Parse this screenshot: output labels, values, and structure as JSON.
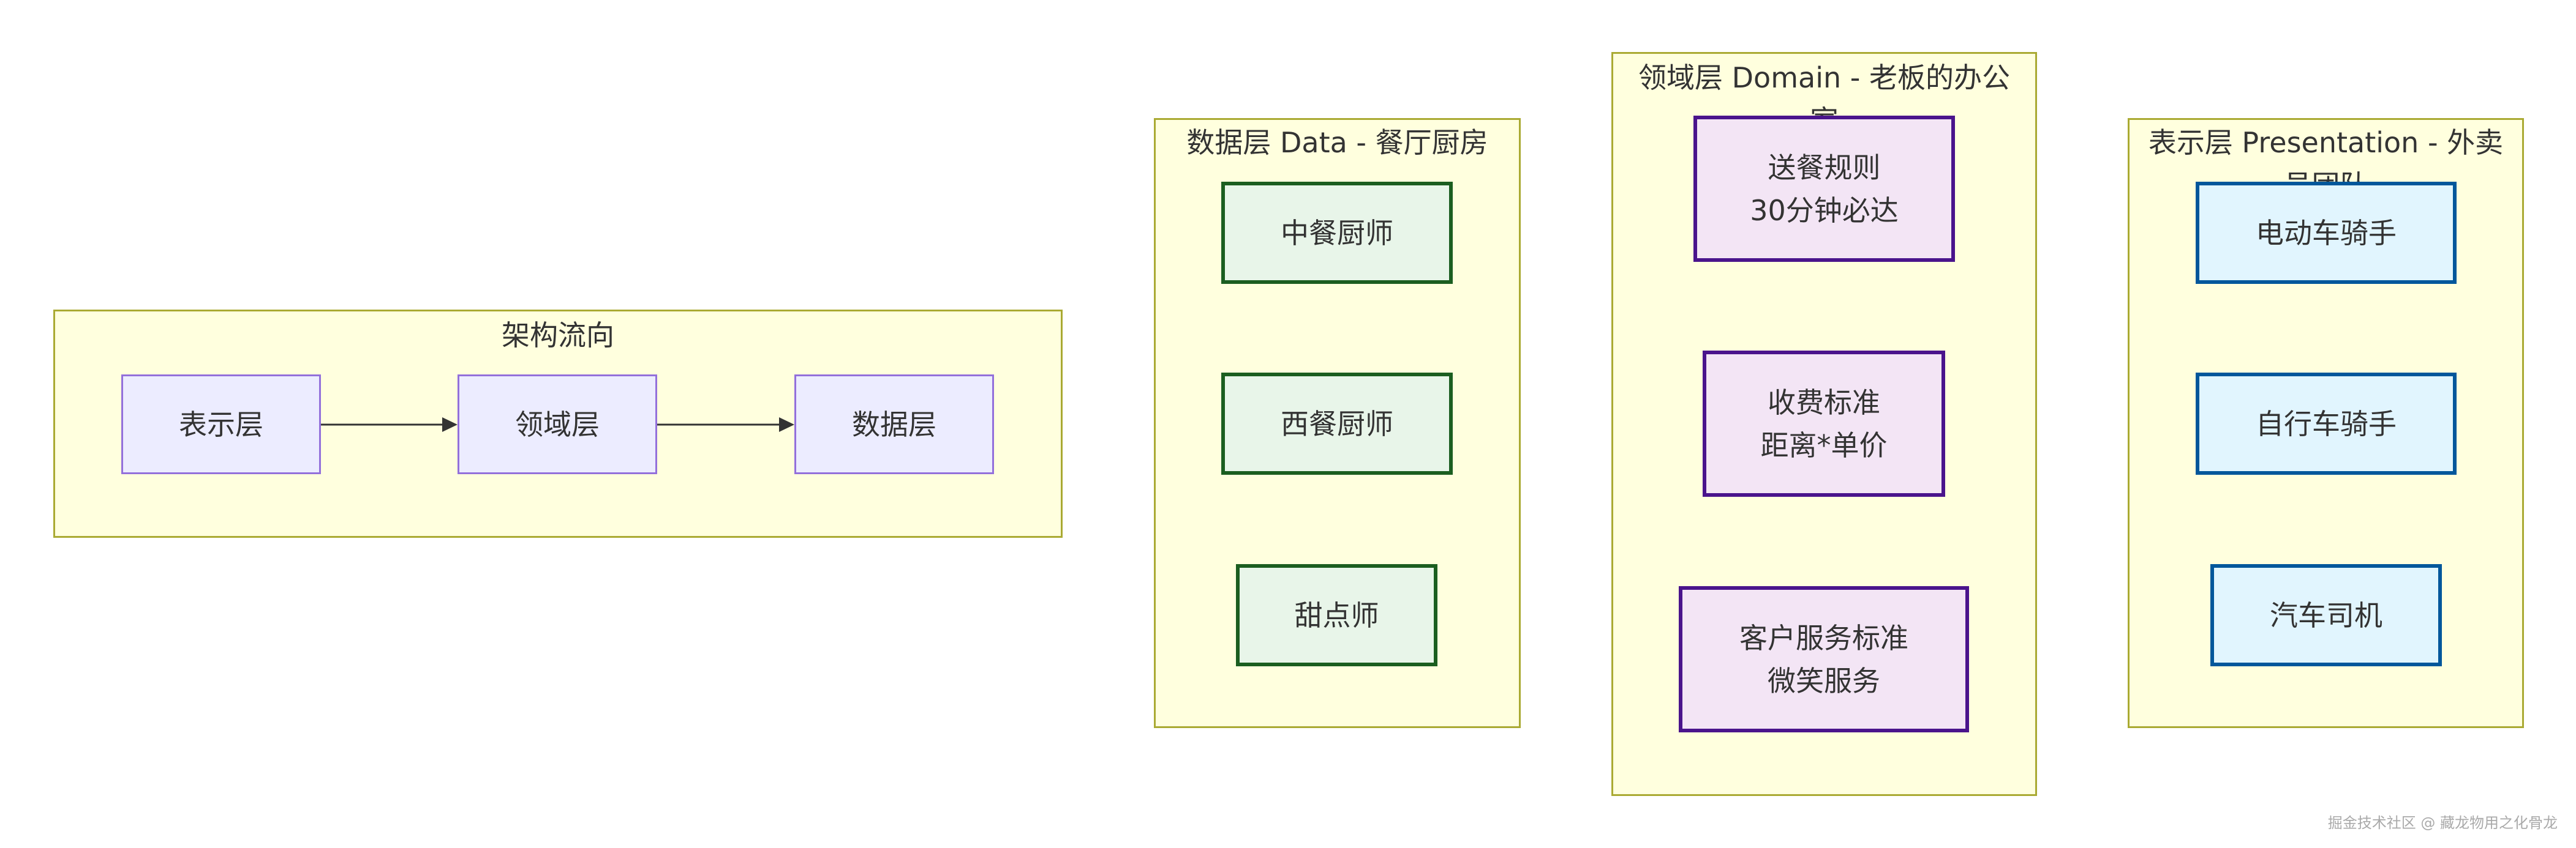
{
  "flow_group": {
    "title": "架构流向",
    "nodes": [
      "表示层",
      "领域层",
      "数据层"
    ]
  },
  "data_group": {
    "title": "数据层 Data - 餐厅厨房",
    "nodes": [
      "中餐厨师",
      "西餐厨师",
      "甜点师"
    ]
  },
  "domain_group": {
    "title": "领域层 Domain - 老板的办公室",
    "nodes": [
      {
        "line1": "送餐规则",
        "line2": "30分钟必达"
      },
      {
        "line1": "收费标准",
        "line2": "距离*单价"
      },
      {
        "line1": "客户服务标准",
        "line2": "微笑服务"
      }
    ]
  },
  "presentation_group": {
    "title": "表示层 Presentation - 外卖员团队",
    "nodes": [
      "电动车骑手",
      "自行车骑手",
      "汽车司机"
    ]
  },
  "watermark": "掘金技术社区 @ 藏龙物用之化骨龙",
  "colors": {
    "group_fill": "#ffffde",
    "group_stroke": "#aaaa33",
    "default_fill": "#ececff",
    "default_stroke": "#9370db",
    "green_fill": "#e8f5e9",
    "green_stroke": "#1b5e20",
    "purple_fill": "#f3e5f5",
    "purple_stroke": "#4a148c",
    "blue_fill": "#e1f5fe",
    "blue_stroke": "#01579b"
  }
}
